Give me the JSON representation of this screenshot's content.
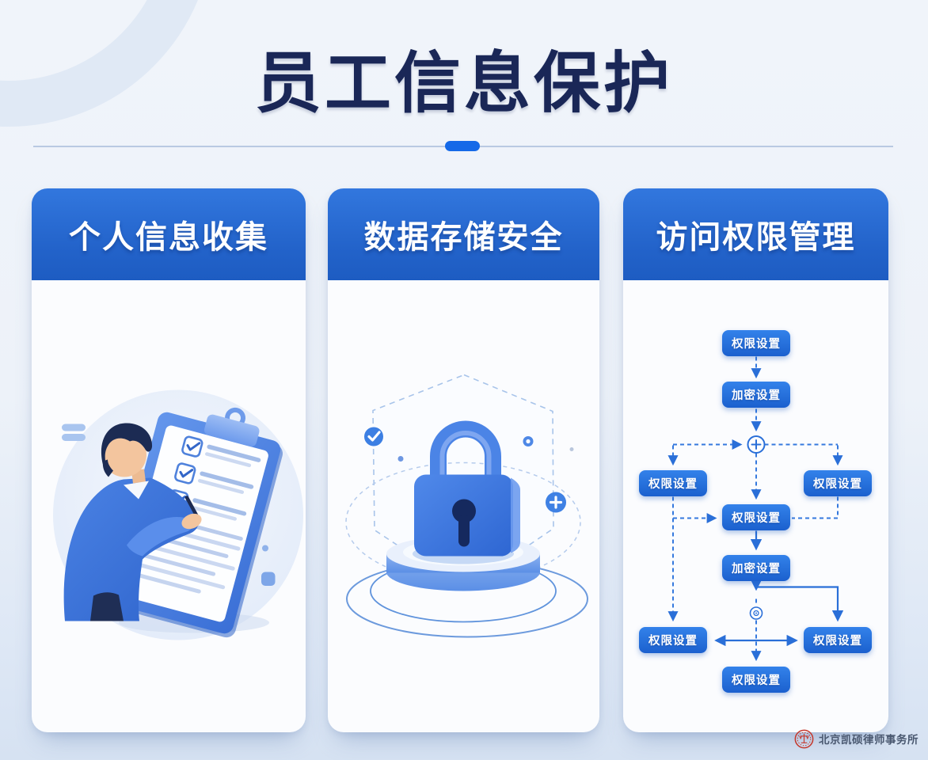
{
  "page": {
    "title": "员工信息保护",
    "colors": {
      "accent": "#1569e8",
      "title_navy": "#1a2757",
      "header_blue": "#2363ca",
      "node_blue": "#2270dd",
      "connector_blue": "#2a6fd8",
      "background_top": "#f0f4fa",
      "background_bottom": "#d6e2f2"
    }
  },
  "cards": [
    {
      "header": "个人信息收集",
      "illustration": "person-filling-checklist"
    },
    {
      "header": "数据存储安全",
      "illustration": "padlock-on-pedestal"
    },
    {
      "header": "访问权限管理",
      "illustration": "permission-flowchart"
    }
  ],
  "flowchart": {
    "nodes": [
      {
        "label": "权限设置"
      },
      {
        "label": "加密设置"
      },
      {
        "label": "权限设置"
      },
      {
        "label": "权限设置"
      },
      {
        "label": "权限设置"
      },
      {
        "label": "加密设置"
      },
      {
        "label": "权限设置"
      },
      {
        "label": "权限设置"
      },
      {
        "label": "权限设置"
      }
    ]
  },
  "icons": {
    "check_badge": "checkmark-circle",
    "plus_badge": "plus-circle",
    "merge_connector": "plus-circle-outline",
    "step_connector": "dot-circle-outline",
    "law_firm_seal": "scales-of-justice-seal"
  },
  "footer": {
    "brand": "北京凯硕律师事务所"
  }
}
